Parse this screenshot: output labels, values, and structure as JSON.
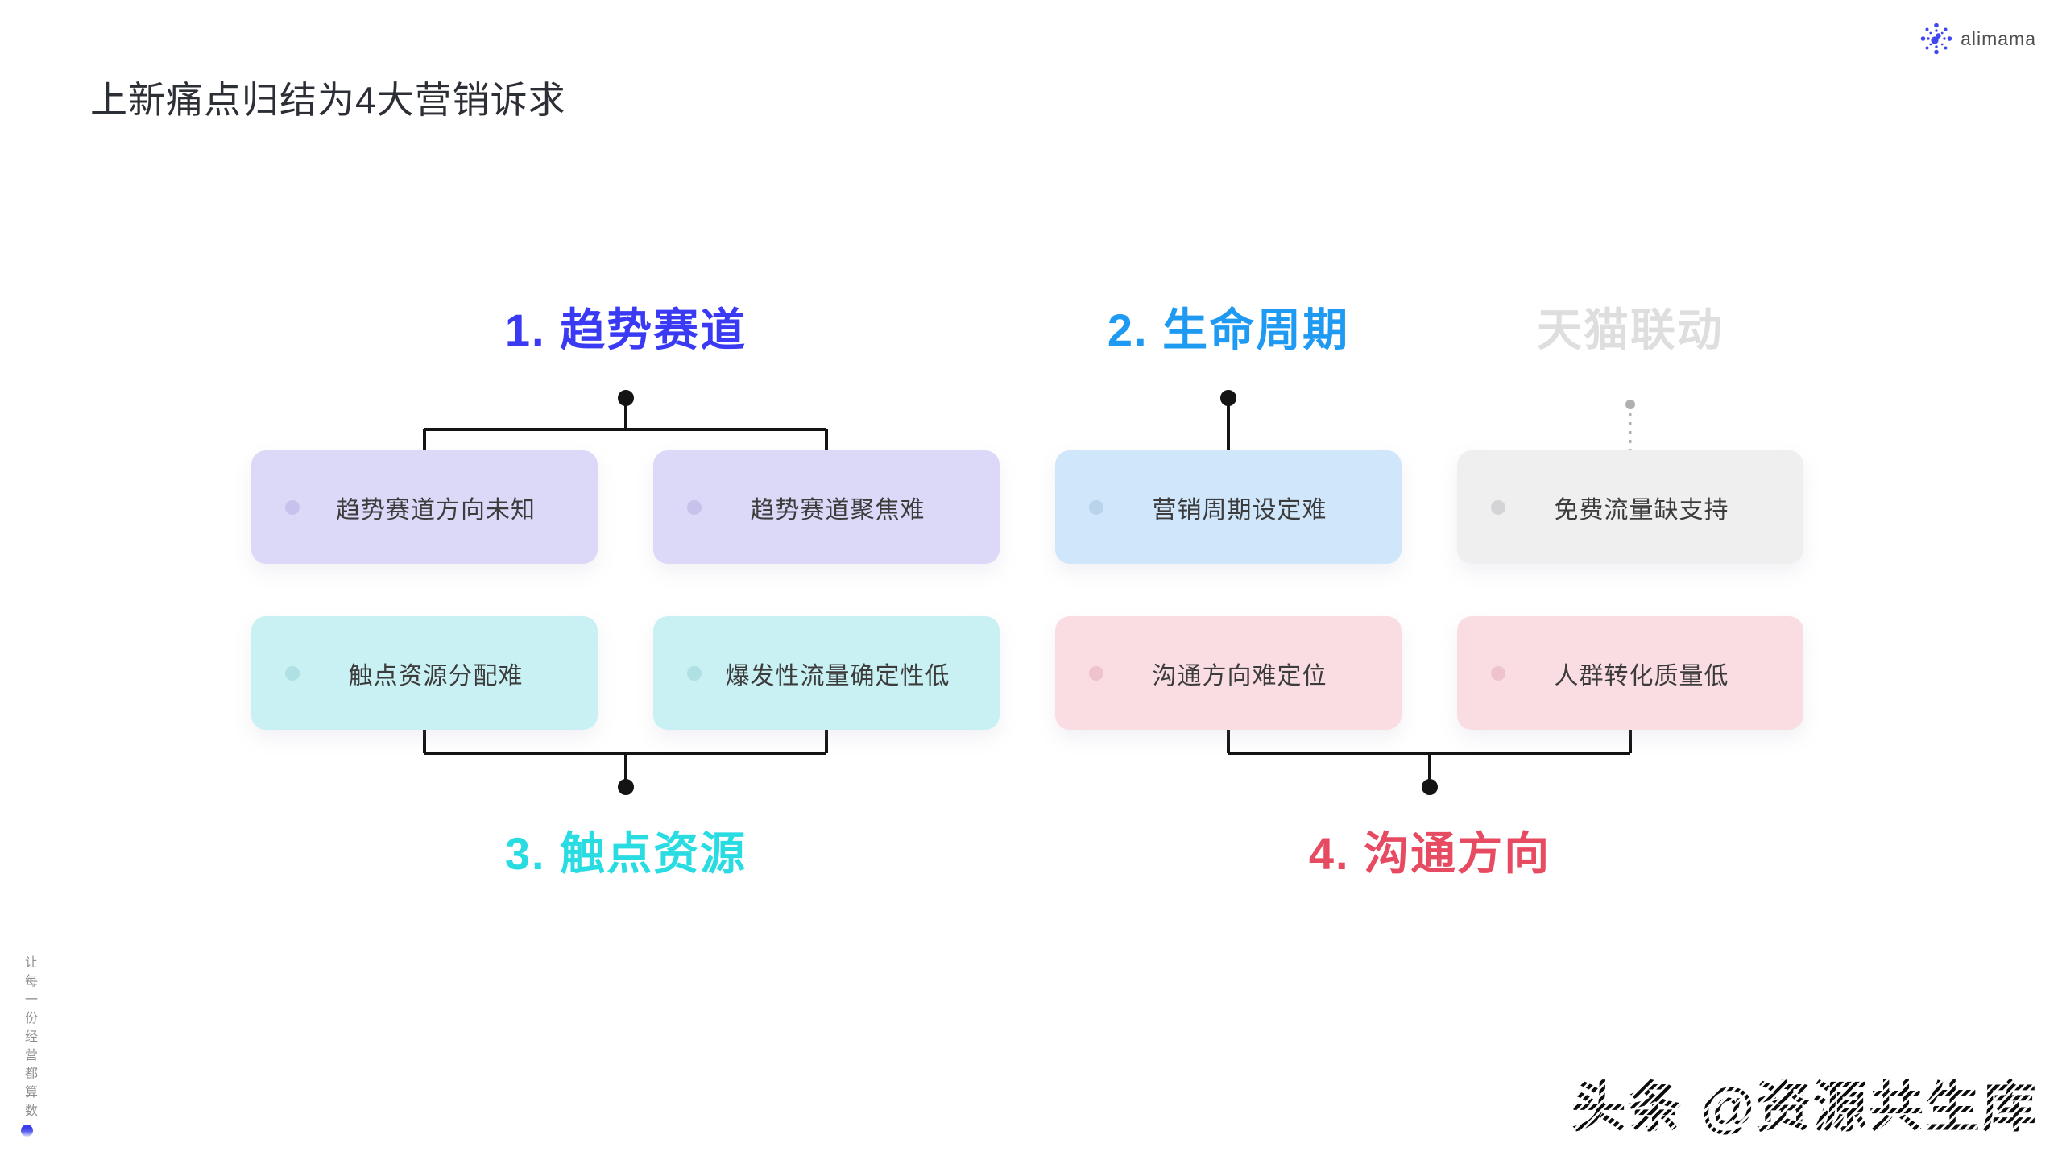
{
  "slide": {
    "title": "上新痛点归结为4大营销诉求",
    "tagline_vertical": "让每一份经营都算数",
    "watermark": "头条 @资源共生库"
  },
  "logo": {
    "text": "alimama",
    "icon": "alimama-starburst-icon",
    "icon_color": "#4047ef",
    "text_color": "#4f4f4f"
  },
  "headings": {
    "trend": {
      "label": "1. 趋势赛道",
      "color": "#3a3af5"
    },
    "lifecycle": {
      "label": "2. 生命周期",
      "color": "#1e9af2"
    },
    "tmall": {
      "label": "天猫联动",
      "color": "#dedede"
    },
    "touchpoint": {
      "label": "3. 触点资源",
      "color": "#29dce2"
    },
    "communication": {
      "label": "4. 沟通方向",
      "color": "#e64b61"
    }
  },
  "boxes": [
    {
      "label": "趋势赛道方向未知",
      "group": "trend",
      "bg": "#dcd9f8",
      "bullet": "#c6c2ec"
    },
    {
      "label": "趋势赛道聚焦难",
      "group": "trend",
      "bg": "#dcd9f8",
      "bullet": "#c6c2ec"
    },
    {
      "label": "营销周期设定难",
      "group": "lifecycle",
      "bg": "#cfe6fb",
      "bullet": "#b9d3ea"
    },
    {
      "label": "免费流量缺支持",
      "group": "tmall",
      "bg": "#efeff0",
      "bullet": "#d4d4d6"
    },
    {
      "label": "触点资源分配难",
      "group": "touchpoint",
      "bg": "#c9f1f3",
      "bullet": "#aee0e4"
    },
    {
      "label": "爆发性流量确定性低",
      "group": "touchpoint",
      "bg": "#c9f1f3",
      "bullet": "#aee0e4"
    },
    {
      "label": "沟通方向难定位",
      "group": "communication",
      "bg": "#fadde2",
      "bullet": "#efc3cc"
    },
    {
      "label": "人群转化质量低",
      "group": "communication",
      "bg": "#fadde2",
      "bullet": "#efc3cc"
    }
  ],
  "connectors": {
    "solid_color": "#141414",
    "dashed_color": "#b0b0b0"
  }
}
